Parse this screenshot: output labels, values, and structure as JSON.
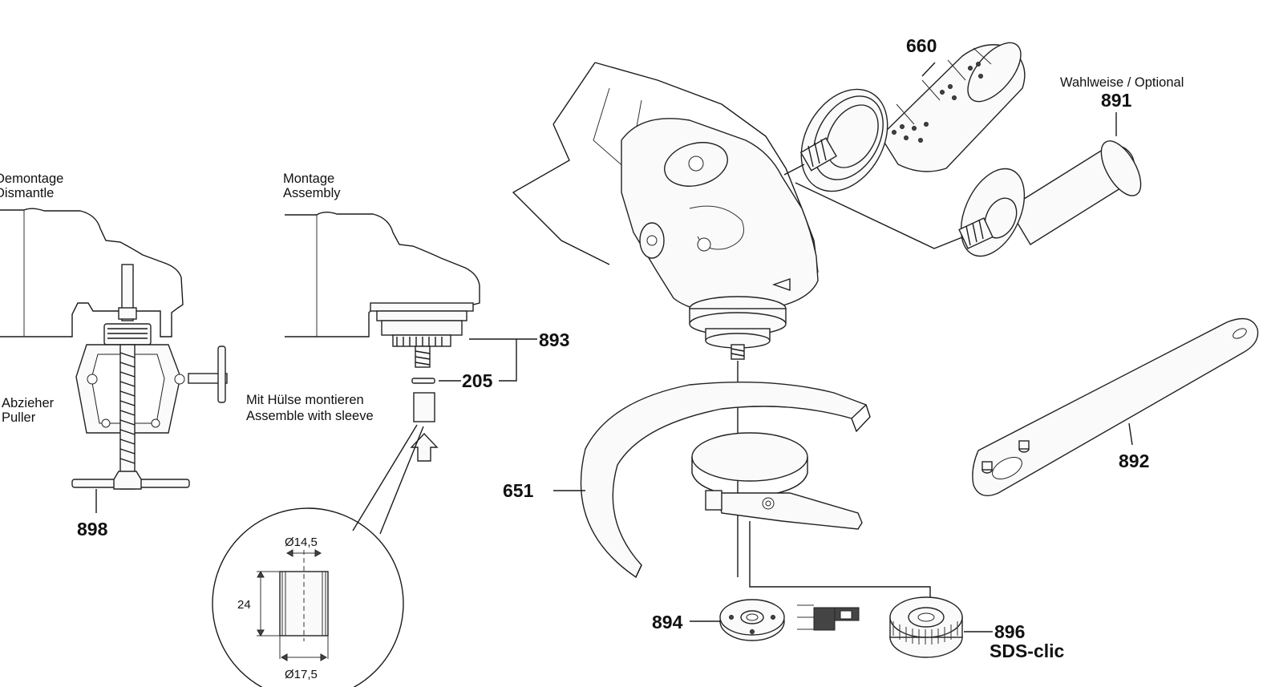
{
  "labels": {
    "dismantle_de": "Demontage",
    "dismantle_en": "Dismantle",
    "assembly_de": "Montage",
    "assembly_en": "Assembly",
    "puller_de": "Abzieher",
    "puller_en": "Puller",
    "sleeve_de": "Mit Hülse montieren",
    "sleeve_en": "Assemble with sleeve",
    "optional": "Wahlweise / Optional",
    "sds": "SDS-clic"
  },
  "dimensions": {
    "inner_diameter": "Ø14,5",
    "length": "24",
    "outer_diameter": "Ø17,5"
  },
  "parts": {
    "p660": "660",
    "p891": "891",
    "p893": "893",
    "p205": "205",
    "p898": "898",
    "p651": "651",
    "p892": "892",
    "p894": "894",
    "p896": "896"
  }
}
